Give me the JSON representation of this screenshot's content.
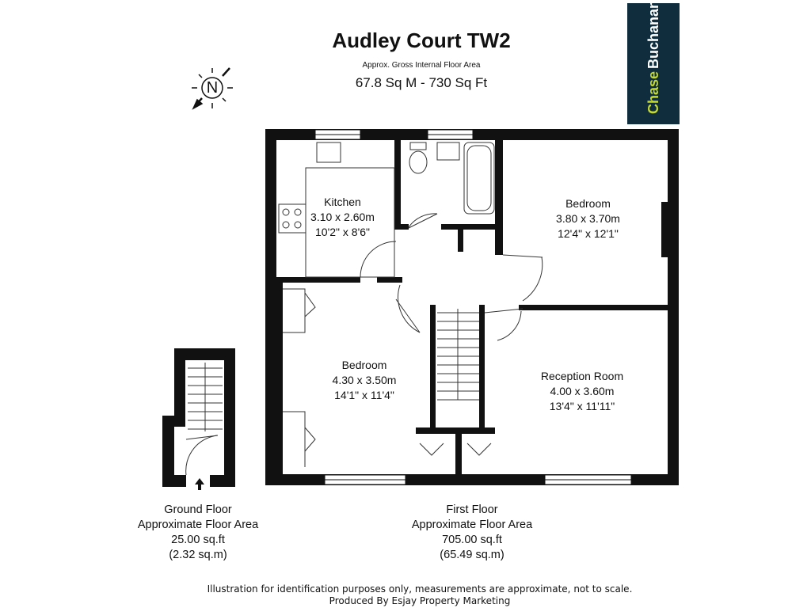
{
  "header": {
    "title": "Audley Court TW2",
    "subtitle": "Approx. Gross Internal Floor Area",
    "total_area": "67.8 Sq M - 730 Sq Ft"
  },
  "logo": {
    "part1": "Chase",
    "part2": "Buchanan",
    "bg": "#0f2d3c",
    "accent": "#c5d92d"
  },
  "compass": {
    "label": "N",
    "icon": "north-compass-icon"
  },
  "rooms": [
    {
      "name": "Kitchen",
      "metric": "3.10 x 2.60m",
      "imperial": "10'2\" x 8'6\""
    },
    {
      "name": "Bedroom",
      "metric": "3.80 x 3.70m",
      "imperial": "12'4\" x 12'1\""
    },
    {
      "name": "Bedroom",
      "metric": "4.30 x 3.50m",
      "imperial": "14'1\" x 11'4\""
    },
    {
      "name": "Reception Room",
      "metric": "4.00 x 3.60m",
      "imperial": "13'4\" x 11'11\""
    }
  ],
  "floors": [
    {
      "name": "Ground Floor",
      "label": "Approximate Floor Area",
      "sqft": "25.00 sq.ft",
      "sqm": "(2.32 sq.m)"
    },
    {
      "name": "First Floor",
      "label": "Approximate Floor Area",
      "sqft": "705.00 sq.ft",
      "sqm": "(65.49 sq.m)"
    }
  ],
  "footer": {
    "disclaimer": "Illustration for identification purposes only, measurements are approximate, not to scale.",
    "producer": "Produced By Esjay Property Marketing"
  }
}
